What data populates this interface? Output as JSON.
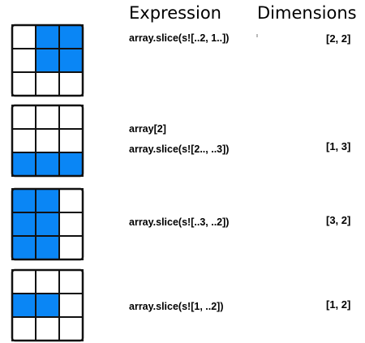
{
  "headers": {
    "expression": "Expression",
    "dimensions": "Dimensions"
  },
  "highlight_color": "#0a86f5",
  "rows": [
    {
      "expressions": [
        "array.slice(s![..2, 1..])"
      ],
      "dimensions": "[2, 2]",
      "highlighted": [
        [
          0,
          1
        ],
        [
          0,
          2
        ],
        [
          1,
          1
        ],
        [
          1,
          2
        ]
      ]
    },
    {
      "expressions": [
        "array[2]",
        "array.slice(s![2.., ..3])"
      ],
      "dimensions": "[1, 3]",
      "highlighted": [
        [
          2,
          0
        ],
        [
          2,
          1
        ],
        [
          2,
          2
        ]
      ]
    },
    {
      "expressions": [
        "array.slice(s![..3, ..2])"
      ],
      "dimensions": "[3, 2]",
      "highlighted": [
        [
          0,
          0
        ],
        [
          0,
          1
        ],
        [
          1,
          0
        ],
        [
          1,
          1
        ],
        [
          2,
          0
        ],
        [
          2,
          1
        ]
      ]
    },
    {
      "expressions": [
        "array.slice(s![1, ..2])"
      ],
      "dimensions": "[1, 2]",
      "highlighted": [
        [
          1,
          0
        ],
        [
          1,
          1
        ]
      ]
    }
  ]
}
